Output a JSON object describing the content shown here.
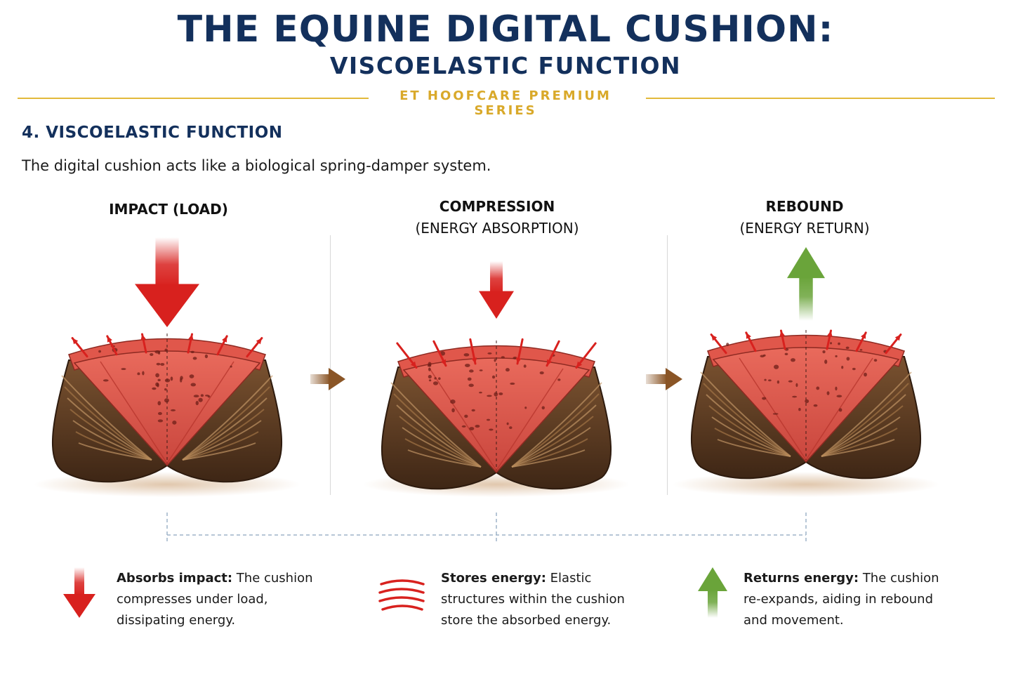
{
  "header": {
    "title": "THE EQUINE DIGITAL CUSHION:",
    "subtitle": "VISCOELASTIC FUNCTION",
    "series": "ET HOOFCARE PREMIUM SERIES"
  },
  "section": {
    "heading": "4. VISCOELASTIC FUNCTION",
    "intro": "The digital cushion acts like a biological spring-damper system."
  },
  "stages": [
    {
      "title": "IMPACT (LOAD)",
      "subtitle": ""
    },
    {
      "title": "COMPRESSION",
      "subtitle": "(ENERGY ABSORPTION)"
    },
    {
      "title": "REBOUND",
      "subtitle": "(ENERGY RETURN)"
    }
  ],
  "captions": [
    {
      "bold": "Absorbs impact:",
      "line1": " The cushion",
      "line2": "compresses under load,",
      "line3": "dissipating energy."
    },
    {
      "bold": "Stores energy:",
      "line1": " Elastic",
      "line2": "structures within the cushion",
      "line3": "store the absorbed energy."
    },
    {
      "bold": "Returns energy:",
      "line1": " The cushion",
      "line2": "re-expands, aiding in rebound",
      "line3": "and movement."
    }
  ],
  "icons": {
    "load_arrow": "down-arrow-icon",
    "store": "energy-waves-icon",
    "return_arrow": "up-arrow-icon",
    "flow_arrow": "right-arrow-icon"
  },
  "colors": {
    "navy": "#13305c",
    "gold": "#e2b93b",
    "red": "#d8211e",
    "green": "#6aa43a",
    "brown": "#8a5526",
    "tissue": "#e0574b"
  }
}
